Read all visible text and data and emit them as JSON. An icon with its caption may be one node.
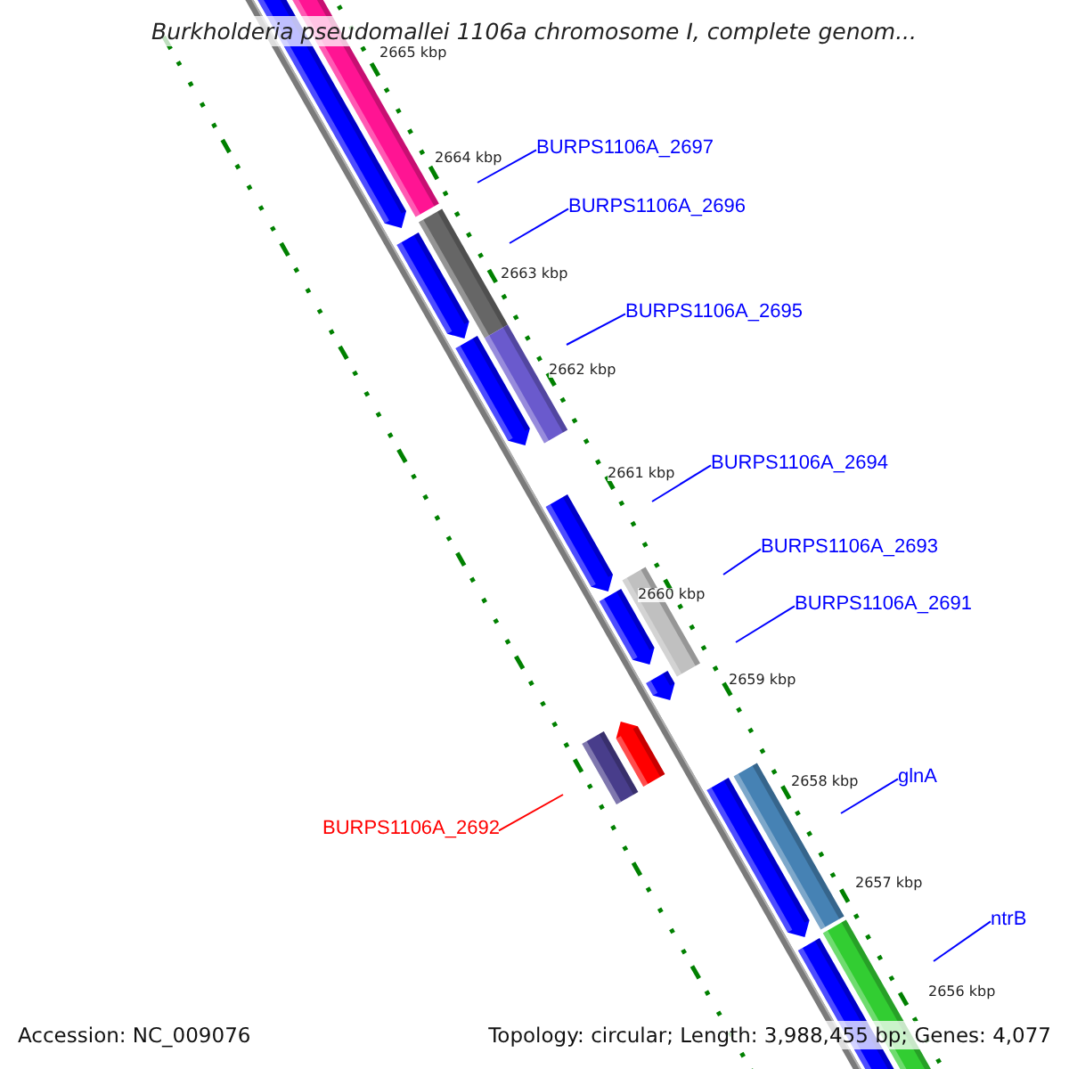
{
  "diagram": {
    "title": "Burkholderia pseudomallei 1106a chromosome I, complete genom...",
    "nodes": [
      {
        "text": [
          "BURPS1106A_2697"
        ]
      },
      {
        "text": [
          "BURPS1106A_2696"
        ]
      },
      {
        "text": [
          "BURPS1106A_2695"
        ]
      },
      {
        "text": [
          "BURPS1106A_2694"
        ]
      },
      {
        "text": [
          "BURPS1106A_2693"
        ]
      },
      {
        "text": [
          "BURPS1106A_2691"
        ]
      },
      {
        "text": [
          "glnA"
        ]
      },
      {
        "text": [
          "BURPS1106A_2692"
        ]
      },
      {
        "text": [
          "ntrB"
        ]
      }
    ],
    "edges": [
      {
        "from": 0,
        "to": null,
        "arrow": "none"
      },
      {
        "from": 1,
        "to": null,
        "arrow": "none"
      },
      {
        "from": 2,
        "to": null,
        "arrow": "none"
      },
      {
        "from": 3,
        "to": null,
        "arrow": "none"
      },
      {
        "from": 4,
        "to": null,
        "arrow": "none"
      },
      {
        "from": 5,
        "to": null,
        "arrow": "none"
      },
      {
        "from": 6,
        "to": null,
        "arrow": "none"
      },
      {
        "from": 7,
        "to": null,
        "arrow": "none",
        "color": "#ff0000"
      },
      {
        "from": 8,
        "to": null,
        "arrow": "none"
      }
    ],
    "labels": [
      "2665 kbp",
      "2664 kbp",
      "2663 kbp",
      "2662 kbp",
      "2661 kbp",
      "2660 kbp",
      "2659 kbp",
      "2658 kbp",
      "2657 kbp",
      "2656 kbp",
      "Accession: NC_009076",
      "Topology: circular; Length: 3,988,455 bp; Genes: 4,077"
    ]
  }
}
